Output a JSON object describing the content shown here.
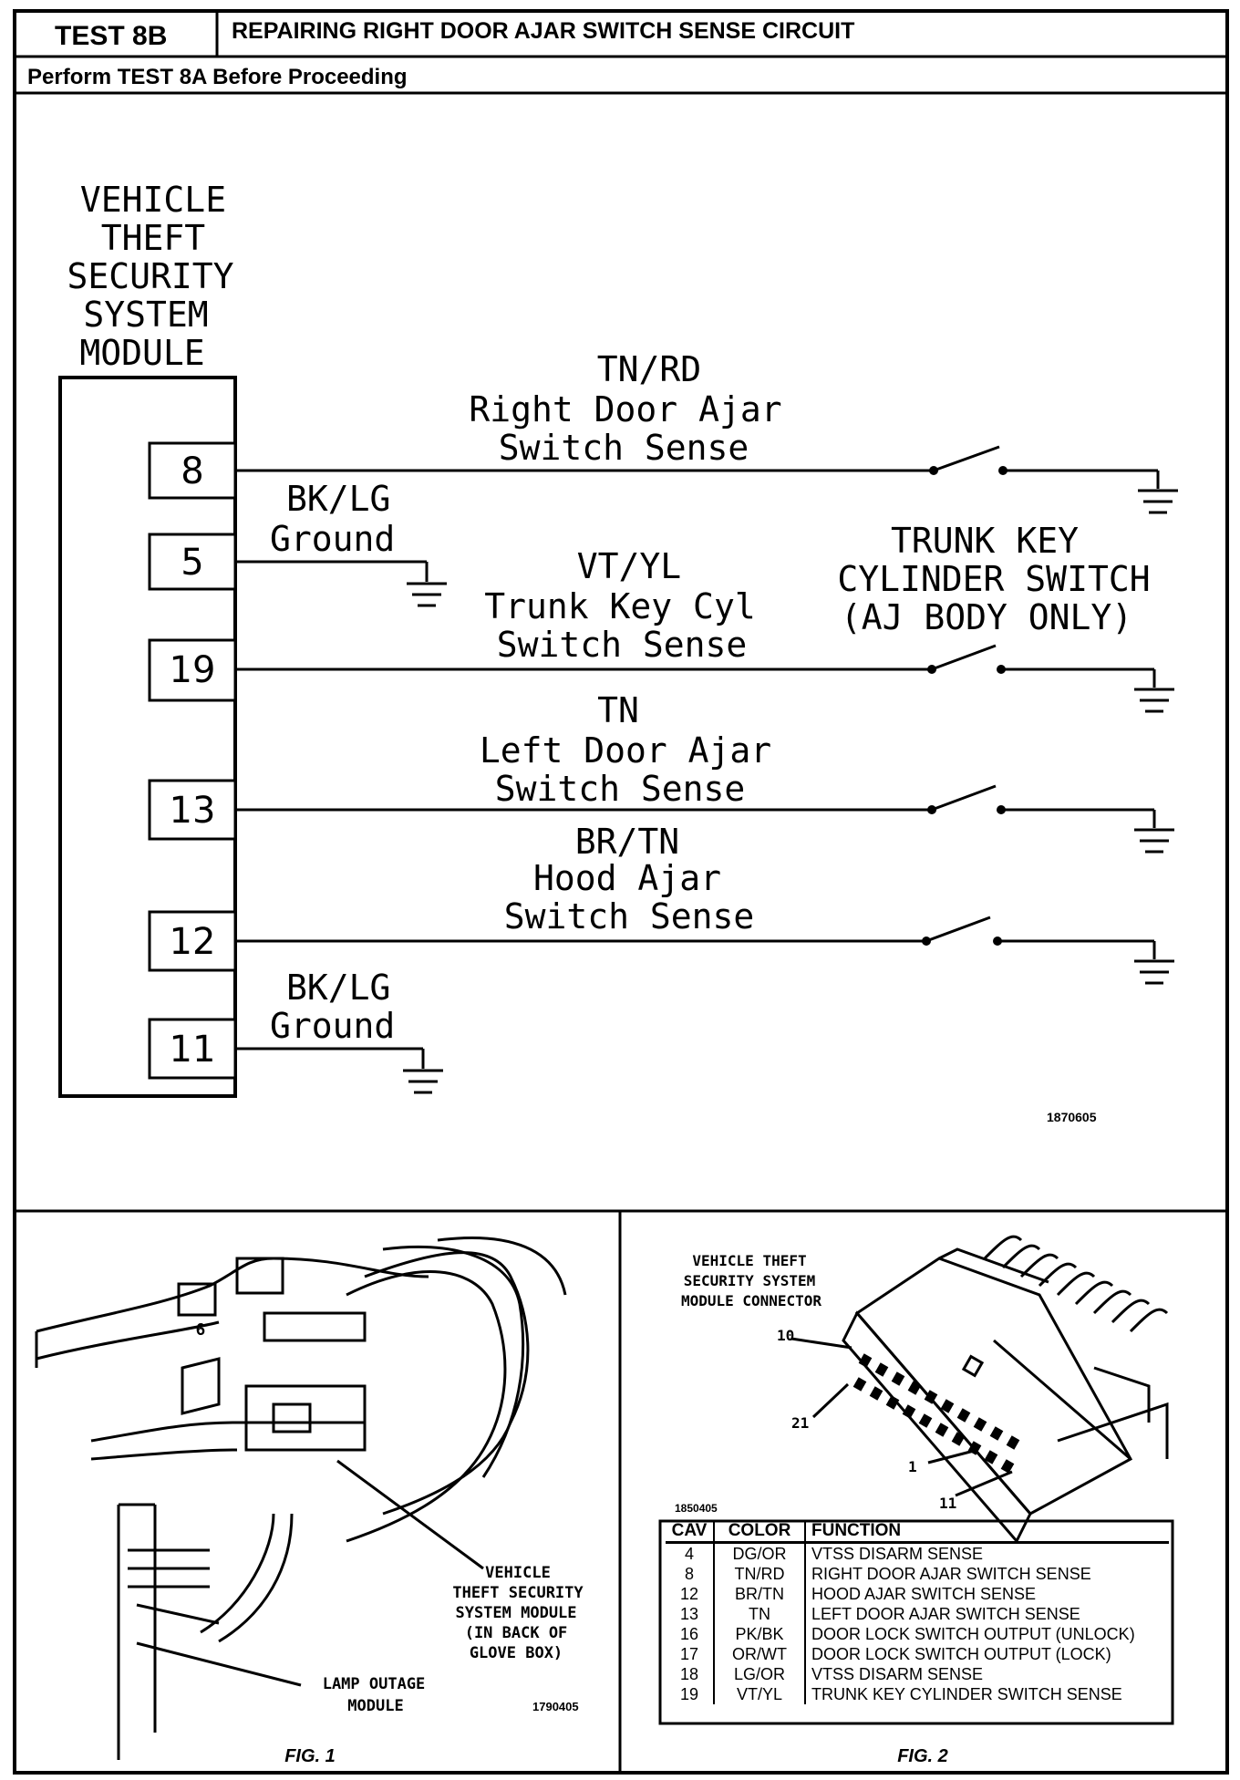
{
  "header": {
    "test_id": "TEST 8B",
    "title": "REPAIRING RIGHT DOOR AJAR SWITCH SENSE CIRCUIT",
    "prereq": "Perform TEST 8A Before Proceeding"
  },
  "schematic": {
    "module_label": [
      "VEHICLE",
      "THEFT",
      "SECURITY",
      "SYSTEM",
      "MODULE"
    ],
    "pins": [
      "8",
      "5",
      "19",
      "13",
      "12",
      "11"
    ],
    "circuits": {
      "right_door": {
        "color": "TN/RD",
        "line1": "Right Door Ajar",
        "line2": "Switch Sense"
      },
      "ground_5": {
        "color": "BK/LG",
        "name": "Ground"
      },
      "trunk": {
        "color": "VT/YL",
        "line1": "Trunk Key Cyl",
        "line2": "Switch Sense"
      },
      "left_door": {
        "color": "TN",
        "line1": "Left Door Ajar",
        "line2": "Switch Sense"
      },
      "hood": {
        "color": "BR/TN",
        "line1": "Hood Ajar",
        "line2": "Switch Sense"
      },
      "ground_11": {
        "color": "BK/LG",
        "name": "Ground"
      }
    },
    "trunk_switch_label": [
      "TRUNK KEY",
      "CYLINDER SWITCH",
      "(AJ BODY ONLY)"
    ],
    "figure_number": "1870605"
  },
  "fig1": {
    "caption": "FIG. 1",
    "module_callout": [
      "VEHICLE",
      "THEFT SECURITY",
      "SYSTEM MODULE",
      "(IN BACK OF",
      "GLOVE BOX)"
    ],
    "lamp_callout": [
      "LAMP OUTAGE",
      "MODULE"
    ],
    "figure_number": "1790405",
    "marker": "6"
  },
  "fig2": {
    "caption": "FIG. 2",
    "connector_label": [
      "VEHICLE THEFT",
      "SECURITY SYSTEM",
      "MODULE CONNECTOR"
    ],
    "pin_callouts": [
      "10",
      "21",
      "1",
      "11"
    ],
    "figure_number": "1850405",
    "table": {
      "headers": [
        "CAV",
        "COLOR",
        "FUNCTION"
      ],
      "rows": [
        [
          "4",
          "DG/OR",
          "VTSS DISARM SENSE"
        ],
        [
          "8",
          "TN/RD",
          "RIGHT DOOR AJAR SWITCH SENSE"
        ],
        [
          "12",
          "BR/TN",
          "HOOD AJAR SWITCH SENSE"
        ],
        [
          "13",
          "TN",
          "LEFT DOOR AJAR SWITCH SENSE"
        ],
        [
          "16",
          "PK/BK",
          "DOOR LOCK SWITCH OUTPUT (UNLOCK)"
        ],
        [
          "17",
          "OR/WT",
          "DOOR LOCK SWITCH OUTPUT (LOCK)"
        ],
        [
          "18",
          "LG/OR",
          "VTSS DISARM SENSE"
        ],
        [
          "19",
          "VT/YL",
          "TRUNK KEY CYLINDER SWITCH SENSE"
        ]
      ]
    }
  }
}
